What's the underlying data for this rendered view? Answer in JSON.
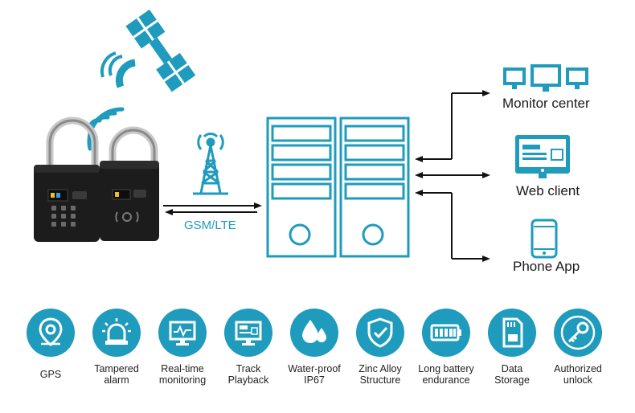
{
  "network": {
    "link_label": "GSM/LTE"
  },
  "clients": [
    {
      "label": "Monitor center",
      "icon": "monitor-center-icon"
    },
    {
      "label": "Web client",
      "icon": "web-client-icon"
    },
    {
      "label": "Phone App",
      "icon": "phone-icon"
    }
  ],
  "features": [
    {
      "label": "GPS",
      "icon": "location-pin-icon"
    },
    {
      "label": "Tampered\nalarm",
      "icon": "alarm-siren-icon"
    },
    {
      "label": "Real-time\nmonitoring",
      "icon": "monitor-pulse-icon"
    },
    {
      "label": "Track\nPlayback",
      "icon": "track-playback-icon"
    },
    {
      "label": "Water-proof\nIP67",
      "icon": "water-drops-icon"
    },
    {
      "label": "Zinc Alloy\nStructure",
      "icon": "shield-check-icon"
    },
    {
      "label": "Long battery\nendurance",
      "icon": "battery-icon"
    },
    {
      "label": "Data\nStorage",
      "icon": "sd-card-icon"
    },
    {
      "label": "Authorized\nunlock",
      "icon": "key-icon"
    }
  ],
  "colors": {
    "accent": "#1e9bbd",
    "lock_body": "#1c1c1c"
  }
}
